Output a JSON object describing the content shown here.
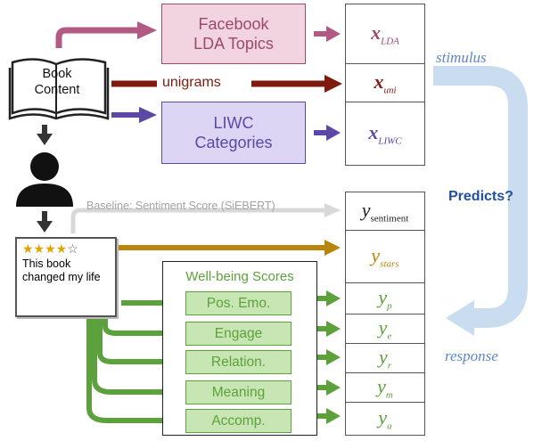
{
  "book": {
    "label_line1": "Book",
    "label_line2": "Content"
  },
  "facebook": {
    "line1": "Facebook",
    "line2": "LDA Topics"
  },
  "liwc": {
    "line1": "LIWC",
    "line2": "Categories"
  },
  "unigrams_label": "unigrams",
  "baseline_label": "Baseline: Sentiment Score (SiEBERT)",
  "review": {
    "stars_filled": "★★★★",
    "stars_empty": "☆",
    "text": "This book changed my life"
  },
  "wellbeing": {
    "title": "Well-being Scores",
    "items": [
      "Pos. Emo.",
      "Engage",
      "Relation.",
      "Meaning",
      "Accomp."
    ]
  },
  "stimulus": {
    "lda": {
      "base": "x",
      "sub": "LDA"
    },
    "uni": {
      "base": "x",
      "sub": "uni"
    },
    "liwc": {
      "base": "x",
      "sub": "LIWC"
    }
  },
  "response": {
    "sentiment": {
      "base": "y",
      "sub": "sentiment"
    },
    "stars": {
      "base": "y",
      "sub": "stars"
    },
    "p": {
      "base": "y",
      "sub": "p"
    },
    "e": {
      "base": "y",
      "sub": "e"
    },
    "r": {
      "base": "y",
      "sub": "r"
    },
    "m": {
      "base": "y",
      "sub": "m"
    },
    "a": {
      "base": "y",
      "sub": "a"
    }
  },
  "labels": {
    "stimulus": "stimulus",
    "response": "response",
    "predicts": "Predicts?"
  },
  "colors": {
    "lda": "#9a4a6e",
    "uni": "#7e1b0e",
    "liwc": "#5e48a6",
    "stars": "#b8860b",
    "wellbeing": "#5ca13c",
    "baseline": "#a3a3a3",
    "predict": "#c9dcf0"
  },
  "icons": {
    "book": "open-book-icon",
    "person": "person-icon"
  }
}
